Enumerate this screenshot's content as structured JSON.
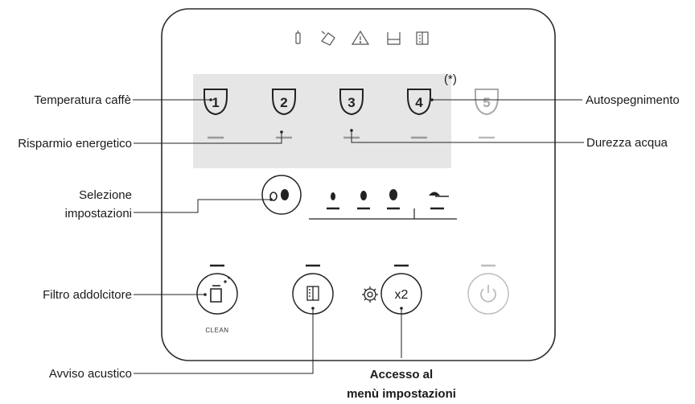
{
  "callouts": {
    "temperatura": "Temperatura caffè",
    "risparmio": "Risparmio energetico",
    "selezione_1": "Selezione",
    "selezione_2": "impostazioni",
    "filtro": "Filtro addolcitore",
    "avviso": "Avviso acustico",
    "autospegnimento": "Autospegnimento",
    "durezza": "Durezza acqua",
    "accesso_1": "Accesso al",
    "accesso_2": "menù impostazioni"
  },
  "panel": {
    "program_numbers": [
      "1",
      "2",
      "3",
      "4",
      "5"
    ],
    "asterisk_note": "(*)",
    "clean_label": "CLEAN",
    "x2_label": "x2"
  },
  "icons": {
    "status_row": [
      "milk-tube-icon",
      "descale-icon",
      "warning-icon",
      "water-tank-icon",
      "grounds-container-icon"
    ],
    "aroma": [
      "strong-aroma-icon",
      "mild-aroma-icon",
      "medium-aroma-icon",
      "strong-bean-icon",
      "pre-ground-icon"
    ],
    "buttons": [
      "filter-clean-button",
      "sound-button",
      "settings-gear-icon",
      "double-shot-button",
      "power-button"
    ]
  },
  "colors": {
    "panel_border": "#2b2b2b",
    "highlight_band": "#e6e6e6",
    "program_inactive": "#a9a9a9",
    "power_disabled": "#bdbdbd"
  }
}
